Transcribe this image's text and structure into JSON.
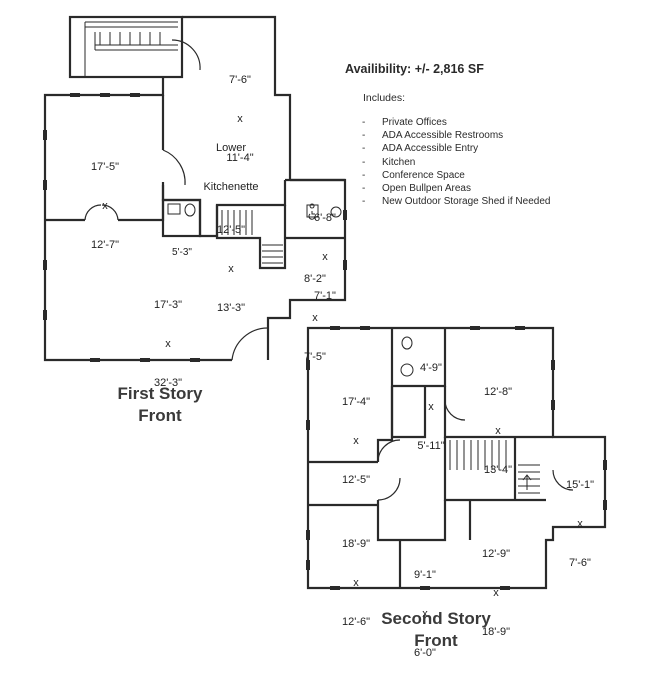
{
  "availability": {
    "label": "Availibility: +/- 2,816 SF",
    "includes_heading": "Includes:",
    "items": [
      "Private Offices",
      "ADA Accessible Restrooms",
      "ADA Accessible Entry",
      "Kitchen",
      "Conference Space",
      "Open Bullpen Areas",
      "New Outdoor Storage Shed if Needed"
    ],
    "bullet": "-"
  },
  "first_story": {
    "label_line1": "First Story",
    "label_line2": "Front",
    "rooms": {
      "stair_landing": {
        "w": "7'-6\"",
        "x": "x",
        "h": "11'-4\""
      },
      "left_office": {
        "w": "17'-5\"",
        "x": "x",
        "h": "12'-7\""
      },
      "kitchenette": {
        "name_line1": "Lower",
        "name_line2": "Kitchenette",
        "w": "12'-5\"",
        "x": "x",
        "h": "13'-3\""
      },
      "restroom_small": {
        "w": "5'-3\""
      },
      "restroom_ada": {
        "w": "6'-8\"",
        "x": "x",
        "h": "7'-1\""
      },
      "hall_small": {
        "w": "8'-2\"",
        "x": "x",
        "h": "7'-5\""
      },
      "main_room": {
        "w": "17'-3\"",
        "x": "x",
        "h": "32'-3\""
      }
    }
  },
  "second_story": {
    "label_line1": "Second Story",
    "label_line2": "Front",
    "rooms": {
      "left_top": {
        "w": "17'-4\"",
        "x": "x",
        "h": "12'-5\""
      },
      "bath": {
        "w": "4'-9\"",
        "x": "x",
        "h": "5'-11\""
      },
      "right_top": {
        "w": "12'-8\"",
        "x": "x",
        "h": "13'-4\""
      },
      "right_side": {
        "w": "15'-1\"",
        "x": "x",
        "h": "7'-6\""
      },
      "left_bottom": {
        "w": "18'-9\"",
        "x": "x",
        "h": "12'-6\""
      },
      "center_bottom": {
        "w": "9'-1\"",
        "x": "x",
        "h": "6'-0\""
      },
      "right_bottom": {
        "w": "12'-9\"",
        "x": "x",
        "h": "18'-9\""
      }
    }
  },
  "colors": {
    "ink": "#2a2a2a",
    "paper": "#ffffff"
  }
}
